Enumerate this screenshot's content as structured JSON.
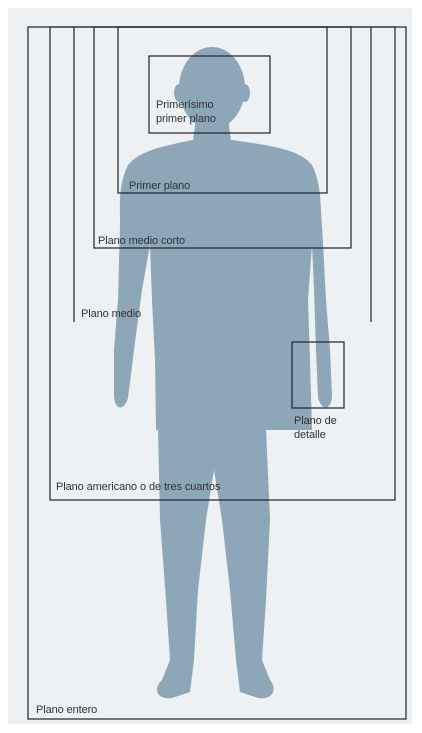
{
  "colors": {
    "background": "#eef1f3",
    "silhouette": "#8ea7b8",
    "frame_line": "#1e2228",
    "text": "#2f3236"
  },
  "silhouette": {
    "icon": "human-figure-silhouette"
  },
  "labels": {
    "primerisimo": "Primerísimo\nprimer plano",
    "primer_plano": "Primer plano",
    "medio_corto": "Plano medio corto",
    "medio": "Plano medio",
    "detalle": "Plano de\ndetalle",
    "americano": "Plano americano o de tres cuartos",
    "entero": "Plano entero"
  }
}
